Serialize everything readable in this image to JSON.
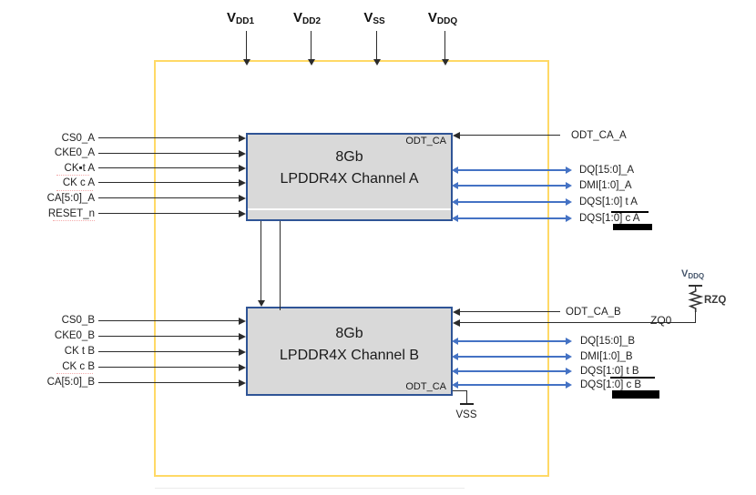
{
  "colors": {
    "package_border": "#FFD966",
    "chip_fill": "#D9D9D9",
    "chip_border": "#2F5496",
    "bus_blue": "#4472C4",
    "wire_black": "#2B2B2B"
  },
  "power_rails": [
    {
      "base": "V",
      "sub": "DD1"
    },
    {
      "base": "V",
      "sub": "DD2"
    },
    {
      "base": "V",
      "sub": "SS"
    },
    {
      "base": "V",
      "sub": "DDQ"
    }
  ],
  "channel_a": {
    "size": "8Gb",
    "name": "LPDDR4X Channel A",
    "odt_pad": "ODT_CA",
    "inputs": [
      "CS0_A",
      "CKE0_A",
      "CK▪t A",
      "CK c A",
      "CA[5:0]_A",
      "RESET_n"
    ],
    "odt_input": "ODT_CA_A",
    "buses": [
      "DQ[15:0]_A",
      "DMI[1:0]_A",
      "DQS[1:0] t A",
      "DQS[1:0] c A"
    ]
  },
  "channel_b": {
    "size": "8Gb",
    "name": "LPDDR4X Channel B",
    "odt_pad": "ODT_CA",
    "inputs": [
      "CS0_B",
      "CKE0_B",
      "CK t B",
      "CK c B",
      "CA[5:0]_B"
    ],
    "odt_input": "ODT_CA_B",
    "zq_pin": "ZQ0",
    "buses": [
      "DQ[15:0]_B",
      "DMI[1:0]_B",
      "DQS[1:0] t B",
      "DQS[1:0] c B"
    ]
  },
  "zq_network": {
    "rail_base": "V",
    "rail_sub": "DDQ",
    "resistor": "RZQ"
  },
  "ground_label": "VSS"
}
